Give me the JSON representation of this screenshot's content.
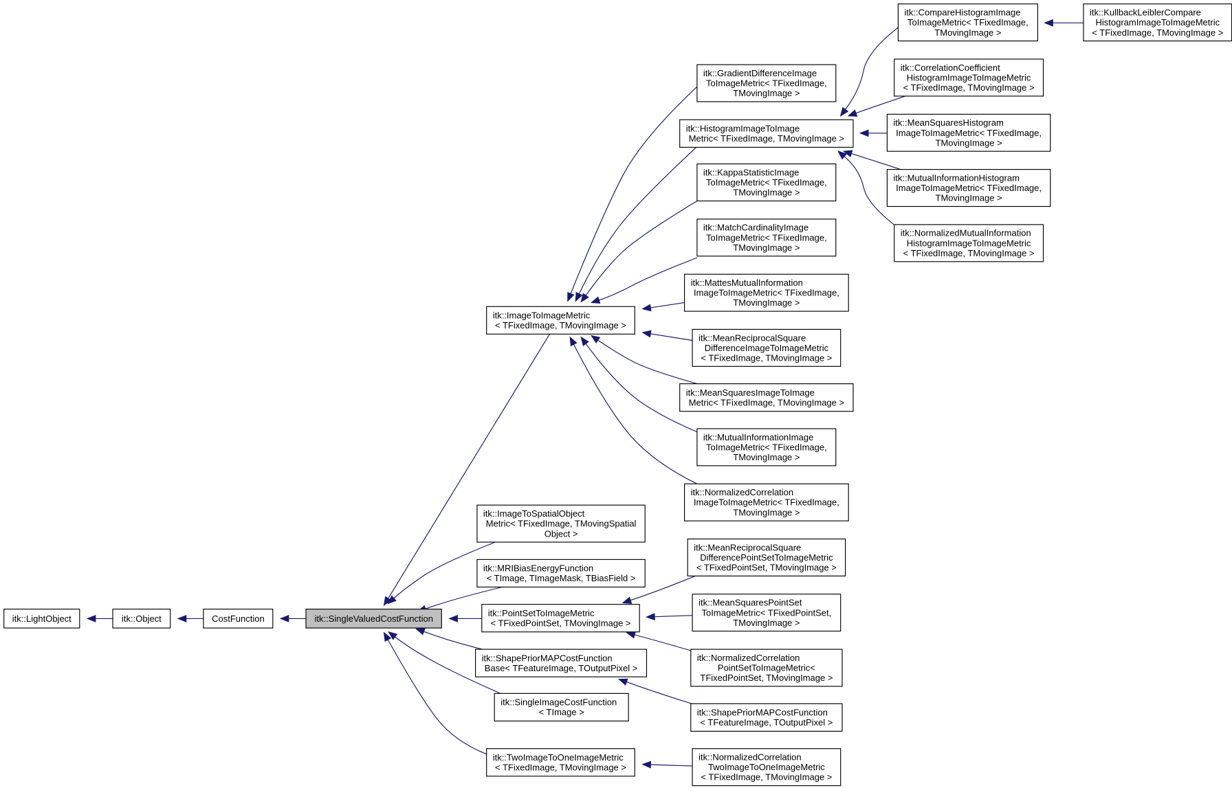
{
  "diagram": {
    "type": "class-inheritance-graph",
    "edge_color": "#191970",
    "current_class_fill": "#bfbfbf",
    "nodes": [
      {
        "id": "light",
        "lines": [
          "itk::LightObject"
        ]
      },
      {
        "id": "object",
        "lines": [
          "itk::Object"
        ]
      },
      {
        "id": "costf",
        "lines": [
          "CostFunction"
        ]
      },
      {
        "id": "svcf",
        "current": true,
        "lines": [
          "itk::SingleValuedCostFunction"
        ]
      },
      {
        "id": "im2im",
        "lines": [
          "itk::ImageToImageMetric",
          "< TFixedImage, TMovingImage >"
        ]
      },
      {
        "id": "graddiff",
        "lines": [
          "itk::GradientDifferenceImage",
          "ToImageMetric< TFixedImage,",
          "TMovingImage >"
        ]
      },
      {
        "id": "hist",
        "lines": [
          "itk::HistogramImageToImage",
          "Metric< TFixedImage, TMovingImage >"
        ]
      },
      {
        "id": "comphist",
        "lines": [
          "itk::CompareHistogramImage",
          "ToImageMetric< TFixedImage,",
          "TMovingImage >"
        ]
      },
      {
        "id": "kullback",
        "lines": [
          "itk::KullbackLeiblerCompare",
          "HistogramImageToImageMetric",
          "< TFixedImage, TMovingImage >"
        ]
      },
      {
        "id": "corrcoef",
        "lines": [
          "itk::CorrelationCoefficient",
          "HistogramImageToImageMetric",
          "< TFixedImage, TMovingImage >"
        ]
      },
      {
        "id": "msehist",
        "lines": [
          "itk::MeanSquaresHistogram",
          "ImageToImageMetric< TFixedImage,",
          "TMovingImage >"
        ]
      },
      {
        "id": "mihist",
        "lines": [
          "itk::MutualInformationHistogram",
          "ImageToImageMetric< TFixedImage,",
          "TMovingImage >"
        ]
      },
      {
        "id": "nmihist",
        "lines": [
          "itk::NormalizedMutualInformation",
          "HistogramImageToImageMetric",
          "< TFixedImage, TMovingImage >"
        ]
      },
      {
        "id": "kappa",
        "lines": [
          "itk::KappaStatisticImage",
          "ToImageMetric< TFixedImage,",
          "TMovingImage >"
        ]
      },
      {
        "id": "matchcard",
        "lines": [
          "itk::MatchCardinalityImage",
          "ToImageMetric< TFixedImage,",
          "TMovingImage >"
        ]
      },
      {
        "id": "mattes",
        "lines": [
          "itk::MattesMutualInformation",
          "ImageToImageMetric< TFixedImage,",
          "TMovingImage >"
        ]
      },
      {
        "id": "meanrecip",
        "lines": [
          "itk::MeanReciprocalSquare",
          "DifferenceImageToImageMetric",
          "< TFixedImage, TMovingImage >"
        ]
      },
      {
        "id": "msqimg",
        "lines": [
          "itk::MeanSquaresImageToImage",
          "Metric< TFixedImage, TMovingImage >"
        ]
      },
      {
        "id": "miimg",
        "lines": [
          "itk::MutualInformationImage",
          "ToImageMetric< TFixedImage,",
          "TMovingImage >"
        ]
      },
      {
        "id": "normcorr",
        "lines": [
          "itk::NormalizedCorrelation",
          "ImageToImageMetric< TFixedImage,",
          "TMovingImage >"
        ]
      },
      {
        "id": "im2spatial",
        "lines": [
          "itk::ImageToSpatialObject",
          "Metric< TFixedImage, TMovingSpatial",
          "Object >"
        ]
      },
      {
        "id": "mribias",
        "lines": [
          "itk::MRIBiasEnergyFunction",
          "< TImage, TImageMask, TBiasField >"
        ]
      },
      {
        "id": "ps2im",
        "lines": [
          "itk::PointSetToImageMetric",
          "< TFixedPointSet, TMovingImage >"
        ]
      },
      {
        "id": "mrps",
        "lines": [
          "itk::MeanReciprocalSquare",
          "DifferencePointSetToImageMetric",
          "< TFixedPointSet, TMovingImage >"
        ]
      },
      {
        "id": "msps",
        "lines": [
          "itk::MeanSquaresPointSet",
          "ToImageMetric< TFixedPointSet,",
          "TMovingImage >"
        ]
      },
      {
        "id": "ncps",
        "lines": [
          "itk::NormalizedCorrelation",
          "PointSetToImageMetric<",
          "TFixedPointSet, TMovingImage >"
        ]
      },
      {
        "id": "shapebase",
        "lines": [
          "itk::ShapePriorMAPCostFunction",
          "Base< TFeatureImage, TOutputPixel >"
        ]
      },
      {
        "id": "shape",
        "lines": [
          "itk::ShapePriorMAPCostFunction",
          "< TFeatureImage, TOutputPixel >"
        ]
      },
      {
        "id": "single",
        "lines": [
          "itk::SingleImageCostFunction",
          "< TImage >"
        ]
      },
      {
        "id": "two2one",
        "lines": [
          "itk::TwoImageToOneImageMetric",
          "< TFixedImage, TMovingImage >"
        ]
      },
      {
        "id": "nc2to1",
        "lines": [
          "itk::NormalizedCorrelation",
          "TwoImageToOneImageMetric",
          "< TFixedImage, TMovingImage >"
        ]
      }
    ],
    "edges": [
      {
        "from": "object",
        "to": "light"
      },
      {
        "from": "costf",
        "to": "object"
      },
      {
        "from": "svcf",
        "to": "costf"
      },
      {
        "from": "im2im",
        "to": "svcf"
      },
      {
        "from": "im2spatial",
        "to": "svcf"
      },
      {
        "from": "mribias",
        "to": "svcf"
      },
      {
        "from": "ps2im",
        "to": "svcf"
      },
      {
        "from": "shapebase",
        "to": "svcf"
      },
      {
        "from": "single",
        "to": "svcf"
      },
      {
        "from": "two2one",
        "to": "svcf"
      },
      {
        "from": "graddiff",
        "to": "im2im"
      },
      {
        "from": "hist",
        "to": "im2im"
      },
      {
        "from": "kappa",
        "to": "im2im"
      },
      {
        "from": "matchcard",
        "to": "im2im"
      },
      {
        "from": "mattes",
        "to": "im2im"
      },
      {
        "from": "meanrecip",
        "to": "im2im"
      },
      {
        "from": "msqimg",
        "to": "im2im"
      },
      {
        "from": "miimg",
        "to": "im2im"
      },
      {
        "from": "normcorr",
        "to": "im2im"
      },
      {
        "from": "comphist",
        "to": "hist"
      },
      {
        "from": "corrcoef",
        "to": "hist"
      },
      {
        "from": "msehist",
        "to": "hist"
      },
      {
        "from": "mihist",
        "to": "hist"
      },
      {
        "from": "nmihist",
        "to": "hist"
      },
      {
        "from": "kullback",
        "to": "comphist"
      },
      {
        "from": "mrps",
        "to": "ps2im"
      },
      {
        "from": "msps",
        "to": "ps2im"
      },
      {
        "from": "ncps",
        "to": "ps2im"
      },
      {
        "from": "shape",
        "to": "shapebase"
      },
      {
        "from": "nc2to1",
        "to": "two2one"
      }
    ]
  }
}
